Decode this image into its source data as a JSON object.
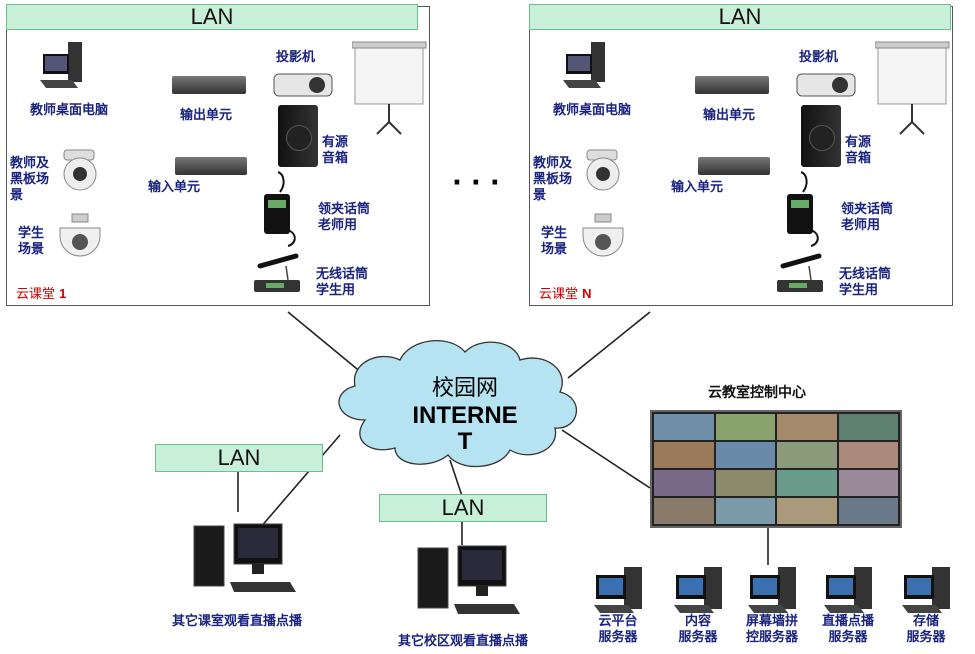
{
  "lan_label": "LAN",
  "ellipsis": "· · ·",
  "classrooms": [
    {
      "name_prefix": "云课堂 ",
      "name_num": "1",
      "teacher_pc": "教师桌面电脑",
      "projector": "投影机",
      "output_unit": "输出单元",
      "speaker": "有源\n音箱",
      "teacher_cam": "教师及\n黑板场\n景",
      "input_unit": "输入单元",
      "lapel_mic": "领夹话筒\n老师用",
      "student_cam": "学生\n场景",
      "wireless_mic": "无线话筒\n学生用"
    },
    {
      "name_prefix": "云课堂 ",
      "name_num": "N",
      "teacher_pc": "教师桌面电脑",
      "projector": "投影机",
      "output_unit": "输出单元",
      "speaker": "有源\n音箱",
      "teacher_cam": "教师及\n黑板场\n景",
      "input_unit": "输入单元",
      "lapel_mic": "领夹话筒\n老师用",
      "student_cam": "学生\n场景",
      "wireless_mic": "无线话筒\n学生用"
    }
  ],
  "cloud": {
    "line1": "校园网",
    "line2": "INTERNE",
    "line3": "T"
  },
  "control_center": {
    "title": "云教室控制中心"
  },
  "other_classroom": "其它课室观看直播点播",
  "other_campus": "其它校区观看直播点播",
  "servers": [
    {
      "label": "云平台\n服务器"
    },
    {
      "label": "内容\n服务器"
    },
    {
      "label": "屏幕墙拼\n控服务器"
    },
    {
      "label": "直播点播\n服务器"
    },
    {
      "label": "存储\n服务器"
    }
  ],
  "colors": {
    "lan_fill": "#c8f0d8",
    "label_text": "#1a237e",
    "classroom_name": "#d40000",
    "cloud_fill": "#b6e3f2"
  }
}
